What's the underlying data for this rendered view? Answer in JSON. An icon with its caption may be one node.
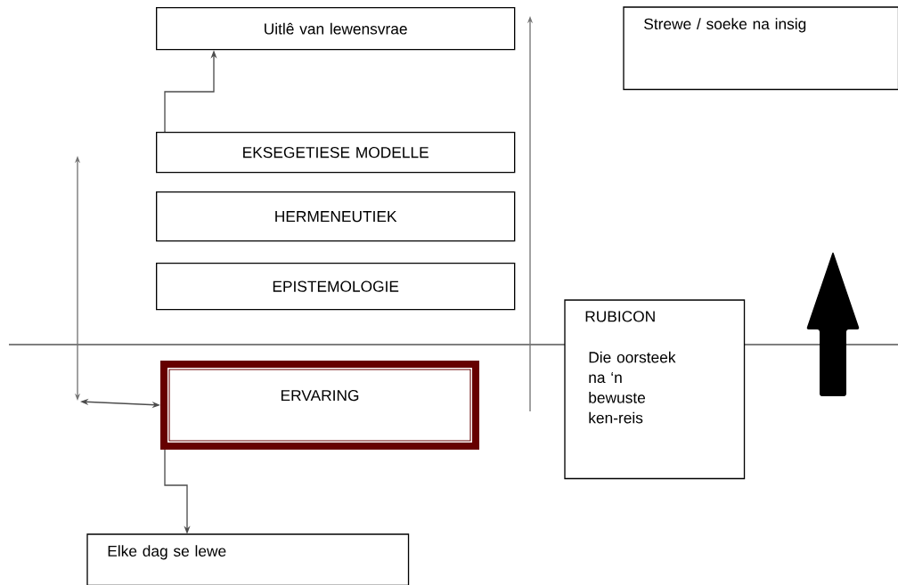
{
  "diagram": {
    "nodes": [
      {
        "text": [
          "Uitlê van lewensvrae"
        ]
      },
      {
        "text": [
          "Strewe / soeke na insig"
        ]
      },
      {
        "text": [
          "EKSEGETIESE MODELLE"
        ]
      },
      {
        "text": [
          "HERMENEUTIEK"
        ]
      },
      {
        "text": [
          "EPISTEMOLOGIE"
        ]
      },
      {
        "text": [
          "RUBICON",
          "Die oorsteek na ‘n bewuste ken-reis"
        ]
      },
      {
        "text": [
          "ERVARING"
        ]
      },
      {
        "text": [
          "Elke dag se lewe"
        ]
      }
    ],
    "edges": [
      {
        "from": 2,
        "to": 0,
        "arrow": "to"
      },
      {
        "from": 6,
        "to": 7,
        "arrow": "to"
      },
      {
        "from": null,
        "to": 6,
        "arrow": "both"
      }
    ]
  }
}
